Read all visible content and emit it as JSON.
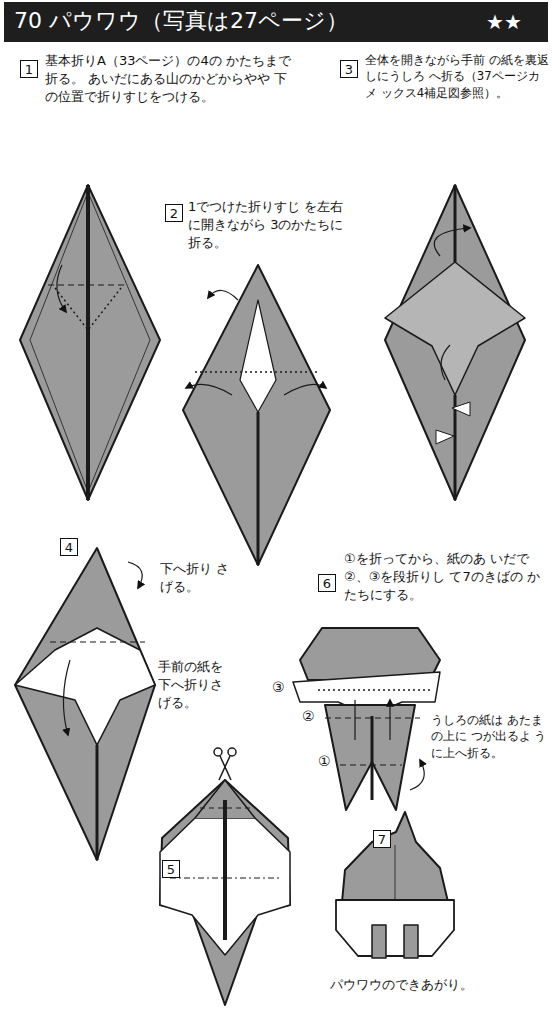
{
  "diagram": {
    "title": "70 パウワウ（写真は27ページ）",
    "nodes": [
      {
        "text": [
          "1"
        ]
      },
      {
        "text": [
          "2"
        ]
      },
      {
        "text": [
          "3"
        ]
      },
      {
        "text": [
          "4"
        ]
      },
      {
        "text": [
          "5"
        ]
      },
      {
        "text": [
          "6"
        ]
      },
      {
        "text": [
          "7"
        ]
      }
    ],
    "labels": [
      "★★",
      "基本折りA（33ページ）の4の かたちまで折る。 あいだにある山のかどからやや 下の位置で折りすじをつける。",
      "全体を開きながら手前 の紙を裏返しにうしろ へ折る（37ページカメ ックス4補足図参照）。",
      "1でつけた折りすじ を左右に開きながら 3のかたちに折る。",
      "下へ折り さげる。",
      "手前の紙を 下へ折りさ げる。",
      "①を折ってから、紙のあ いだで②、③を段折りし て7のきばの かたちにする。",
      "③",
      "②",
      "①",
      "うしろの紙は あたまの上に つが出るよ うに上へ折る。",
      "パウワウのできあがり。"
    ]
  }
}
